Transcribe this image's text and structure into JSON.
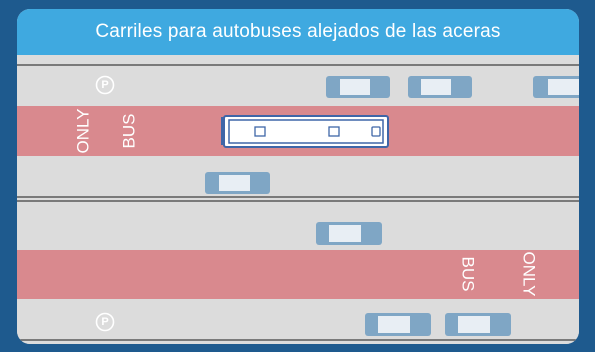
{
  "title": "Carriles para autobuses alejados de las aceras",
  "bus_lane_top": {
    "word1": "ONLY",
    "word2": "BUS"
  },
  "bus_lane_bottom": {
    "word1": "ONLY",
    "word2": "BUS"
  },
  "parking_symbol": "P",
  "colors": {
    "background": "#1e5a8e",
    "header": "#3fa9e0",
    "road": "#dcdcdc",
    "bus_lane": "#d9898e",
    "line": "#5a5a5a",
    "car": "#7fa6c5",
    "bus_outline": "#3f66a8"
  },
  "icons": [
    "car-icon",
    "bus-icon",
    "parking-icon"
  ]
}
